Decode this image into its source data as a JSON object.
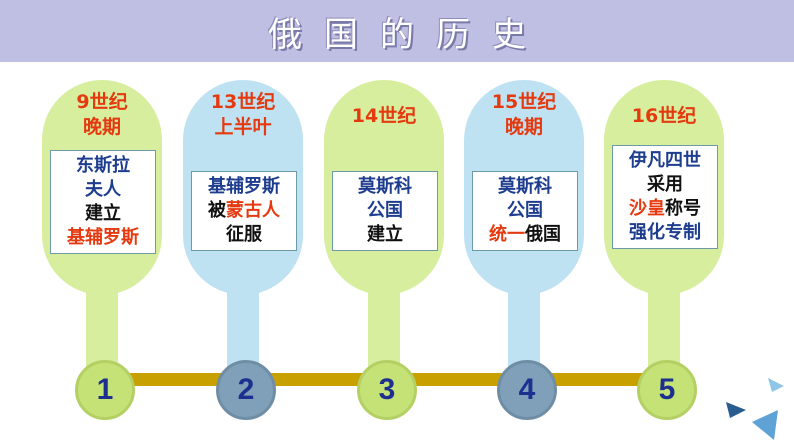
{
  "title": "俄国的历史",
  "colors": {
    "title_bar": "#bfbfe3",
    "green_card": "#d7ee9e",
    "blue_card": "#bfe2f3",
    "timeline": "#c8a000",
    "period_text": "#e53a10",
    "event_text": "#1e3d8f",
    "highlight": "#e53a10"
  },
  "cards": [
    {
      "number": "1",
      "period": [
        "9世纪",
        "晚期"
      ],
      "event": [
        [
          {
            "t": "东斯拉",
            "c": "blue"
          }
        ],
        [
          {
            "t": "夫人",
            "c": "blue"
          }
        ],
        [
          {
            "t": "建立",
            "c": "black"
          }
        ],
        [
          {
            "t": "基辅罗斯",
            "c": "red"
          }
        ]
      ]
    },
    {
      "number": "2",
      "period": [
        "13世纪",
        "上半叶"
      ],
      "event": [
        [
          {
            "t": "基辅罗斯",
            "c": "blue"
          }
        ],
        [
          {
            "t": "被",
            "c": "black"
          },
          {
            "t": "蒙古人",
            "c": "red"
          }
        ],
        [
          {
            "t": "征服",
            "c": "black"
          }
        ]
      ]
    },
    {
      "number": "3",
      "period": [
        "14世纪"
      ],
      "event": [
        [
          {
            "t": "莫斯科",
            "c": "blue"
          }
        ],
        [
          {
            "t": "公国",
            "c": "blue"
          }
        ],
        [
          {
            "t": "建立",
            "c": "black"
          }
        ]
      ]
    },
    {
      "number": "4",
      "period": [
        "15世纪",
        "晚期"
      ],
      "event": [
        [
          {
            "t": "莫斯科",
            "c": "blue"
          }
        ],
        [
          {
            "t": "公国",
            "c": "blue"
          }
        ],
        [
          {
            "t": "统一",
            "c": "red"
          },
          {
            "t": "俄国",
            "c": "black"
          }
        ]
      ]
    },
    {
      "number": "5",
      "period": [
        "16世纪"
      ],
      "event": [
        [
          {
            "t": "伊凡四世",
            "c": "blue"
          }
        ],
        [
          {
            "t": "采用",
            "c": "black"
          }
        ],
        [
          {
            "t": "沙皇",
            "c": "red"
          },
          {
            "t": "称号",
            "c": "black"
          }
        ],
        [
          {
            "t": "强化专制",
            "c": "blue"
          }
        ]
      ]
    }
  ]
}
